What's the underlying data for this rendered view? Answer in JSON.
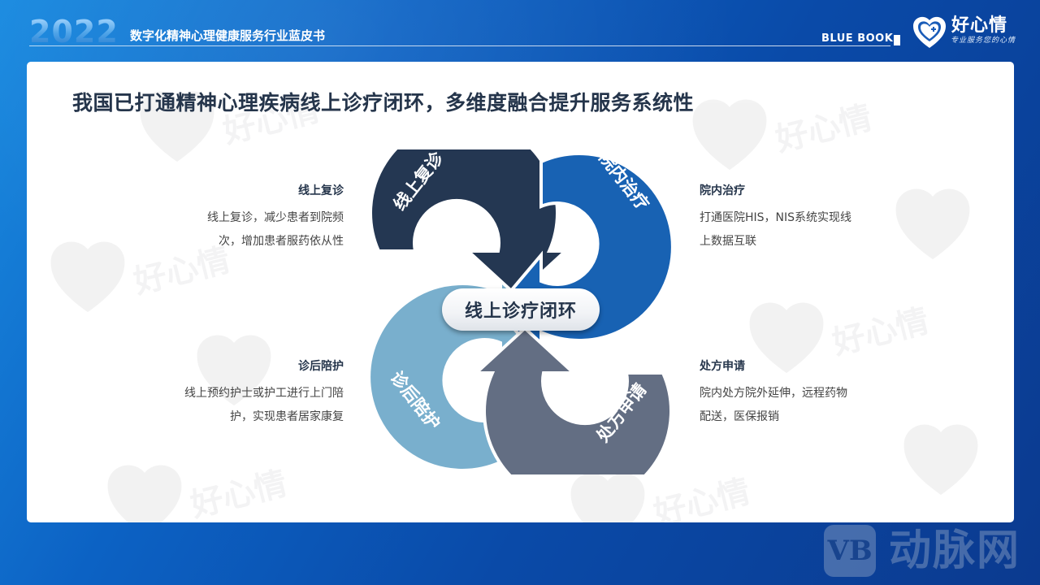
{
  "header": {
    "year": "2022",
    "subtitle": "数字化精神心理健康服务行业蓝皮书",
    "badge": "BLUE BOOK",
    "brand_name": "好心情",
    "brand_slogan": "专业服务您的心情"
  },
  "panel": {
    "title": "我国已打通精神心理疾病线上诊疗闭环，多维度融合提升服务系统性",
    "watermark_text": "好心情"
  },
  "diagram": {
    "center_label": "线上诊疗闭环",
    "segments": [
      {
        "label": "线上复诊",
        "color": "#243752",
        "position": "top-left"
      },
      {
        "label": "院内治疗",
        "color": "#1862b3",
        "position": "top-right"
      },
      {
        "label": "处方申请",
        "color": "#636e83",
        "position": "bottom-right"
      },
      {
        "label": "诊后陪护",
        "color": "#79afcd",
        "position": "bottom-left"
      }
    ]
  },
  "descriptions": {
    "top_left": {
      "title": "线上复诊",
      "line1": "线上复诊，减少患者到院频",
      "line2": "次，增加患者服药依从性"
    },
    "top_right": {
      "title": "院内治疗",
      "line1": "打通医院HIS，NIS系统实现线",
      "line2": "上数据互联"
    },
    "bottom_left": {
      "title": "诊后陪护",
      "line1": "线上预约护士或护工进行上门陪",
      "line2": "护，实现患者居家康复"
    },
    "bottom_right": {
      "title": "处方申请",
      "line1": "院内处方院外延伸，远程药物",
      "line2": "配送，医保报销"
    }
  },
  "footer_watermark": {
    "logo": "VB",
    "text": "动脉网"
  }
}
